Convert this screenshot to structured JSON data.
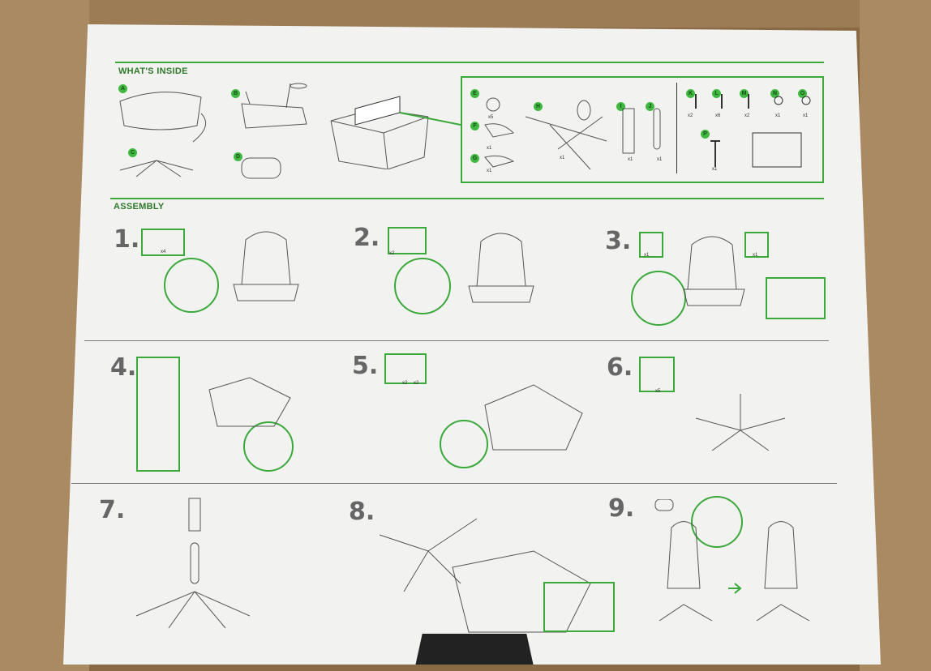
{
  "sections": {
    "whats_inside": "WHAT'S INSIDE",
    "assembly": "ASSEMBLY"
  },
  "parts_top": [
    {
      "letter": "A"
    },
    {
      "letter": "B"
    },
    {
      "letter": "C"
    },
    {
      "letter": "D"
    }
  ],
  "hardware": [
    {
      "letter": "E",
      "qty": "x5"
    },
    {
      "letter": "F",
      "qty": "x1"
    },
    {
      "letter": "G",
      "qty": "x1"
    },
    {
      "letter": "H",
      "qty": "x1"
    },
    {
      "letter": "I",
      "qty": "x1"
    },
    {
      "letter": "J",
      "qty": "x1"
    },
    {
      "letter": "K",
      "qty": "x2"
    },
    {
      "letter": "L",
      "qty": "x6"
    },
    {
      "letter": "M",
      "qty": "x2"
    },
    {
      "letter": "N",
      "qty": "x1"
    },
    {
      "letter": "O",
      "qty": "x1"
    },
    {
      "letter": "P",
      "qty": "x1"
    }
  ],
  "steps": [
    {
      "num": "1.",
      "qty": "x4"
    },
    {
      "num": "2.",
      "qty": "x2"
    },
    {
      "num": "3.",
      "qty_a": "x1",
      "qty_b": "x1"
    },
    {
      "num": "4."
    },
    {
      "num": "5.",
      "qty_a": "x2",
      "qty_b": "x2"
    },
    {
      "num": "6.",
      "qty": "x5"
    },
    {
      "num": "7."
    },
    {
      "num": "8."
    },
    {
      "num": "9."
    }
  ],
  "colors": {
    "accent": "#3aa83a",
    "cardboard": "#8a6a45"
  }
}
